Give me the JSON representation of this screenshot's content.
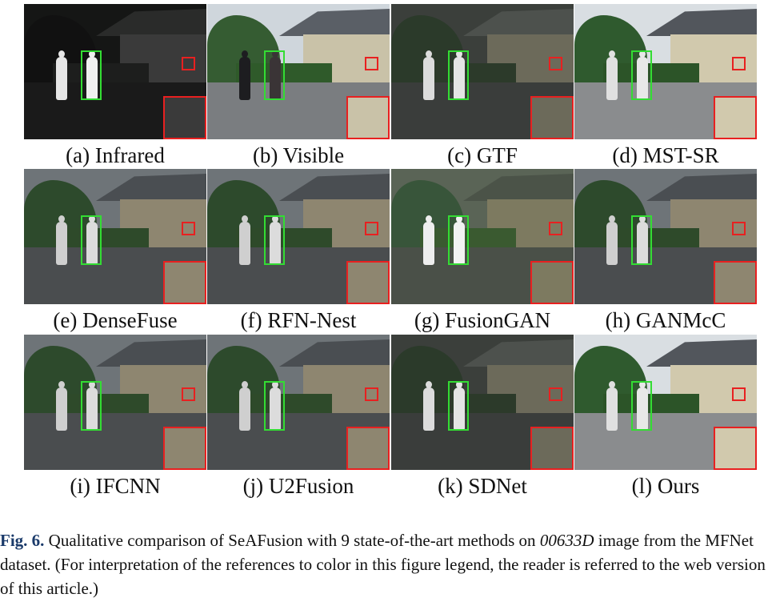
{
  "panels": [
    {
      "caption": "(a) Infrared",
      "style": "ir"
    },
    {
      "caption": "(b) Visible",
      "style": "vis"
    },
    {
      "caption": "(c) GTF",
      "style": "dark"
    },
    {
      "caption": "(d) MST-SR",
      "style": "bright"
    },
    {
      "caption": "(e) DenseFuse",
      "style": "mid"
    },
    {
      "caption": "(f) RFN-Nest",
      "style": "mid"
    },
    {
      "caption": "(g) FusionGAN",
      "style": "green"
    },
    {
      "caption": "(h) GANMcC",
      "style": "mid"
    },
    {
      "caption": "(i) IFCNN",
      "style": "mid"
    },
    {
      "caption": "(j) U2Fusion",
      "style": "mid"
    },
    {
      "caption": "(k) SDNet",
      "style": "dark"
    },
    {
      "caption": "(l) Ours",
      "style": "bright"
    }
  ],
  "figure_caption": {
    "label": "Fig. 6.",
    "text_before": " Qualitative comparison of SeAFusion with 9 state-of-the-art methods on ",
    "image_name": "00633D",
    "text_after": " image from the MFNet dataset. (For interpretation of the references to color in this figure legend, the reader is referred to the web version of this article.)"
  },
  "colors": {
    "green_box": "#33dd33",
    "red_box": "#e82020",
    "caption_label": "#1a3a6a"
  }
}
